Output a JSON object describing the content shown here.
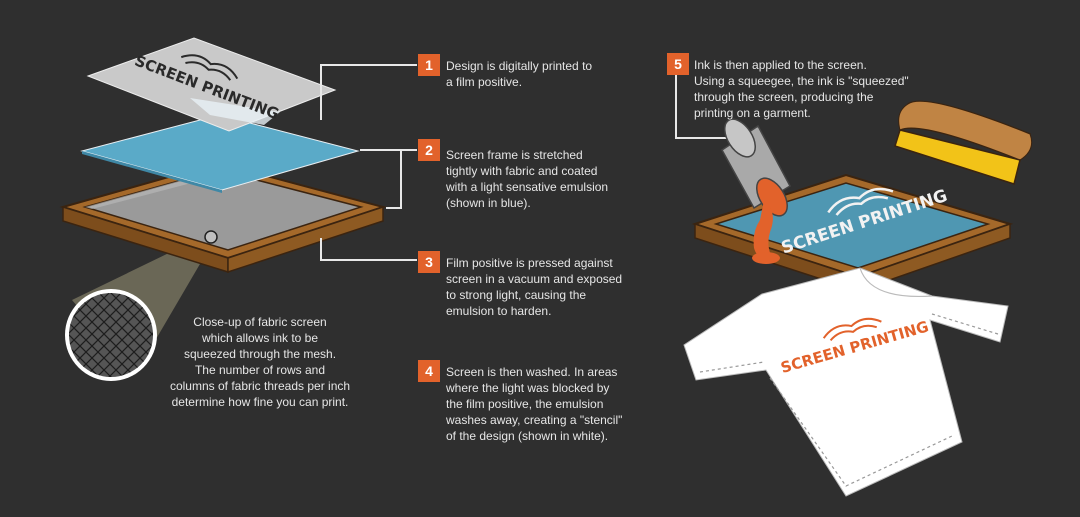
{
  "brand": {
    "logo_text": "SCREEN PRINTING",
    "accent_color": "#e2622b",
    "emulsion_color": "#5aaac8",
    "frame_color": "#a5692a",
    "background_color": "#2f2f2f"
  },
  "steps": [
    {
      "number": "1",
      "text": "Design is digitally printed to\na film positive."
    },
    {
      "number": "2",
      "text": "Screen frame is stretched\ntightly with fabric and coated\nwith a light sensative emulsion\n(shown in blue)."
    },
    {
      "number": "3",
      "text": "Film positive is pressed against\nscreen in a vacuum and exposed\nto strong light, causing the\nemulsion to harden."
    },
    {
      "number": "4",
      "text": "Screen is then washed. In areas\nwhere the light was blocked by\nthe film positive, the emulsion\nwashes away, creating a \"stencil\"\nof the design (shown in white)."
    },
    {
      "number": "5",
      "text": "Ink is then applied to the screen.\nUsing a squeegee, the ink is \"squeezed\"\nthrough the screen, producing the\nprinting on a garment."
    }
  ],
  "closeup": {
    "text": "Close-up of fabric screen\nwhich allows ink to be\nsqueezed through the mesh.\nThe number of rows and\ncolumns of fabric threads per inch\ndetermine how fine you can print."
  }
}
